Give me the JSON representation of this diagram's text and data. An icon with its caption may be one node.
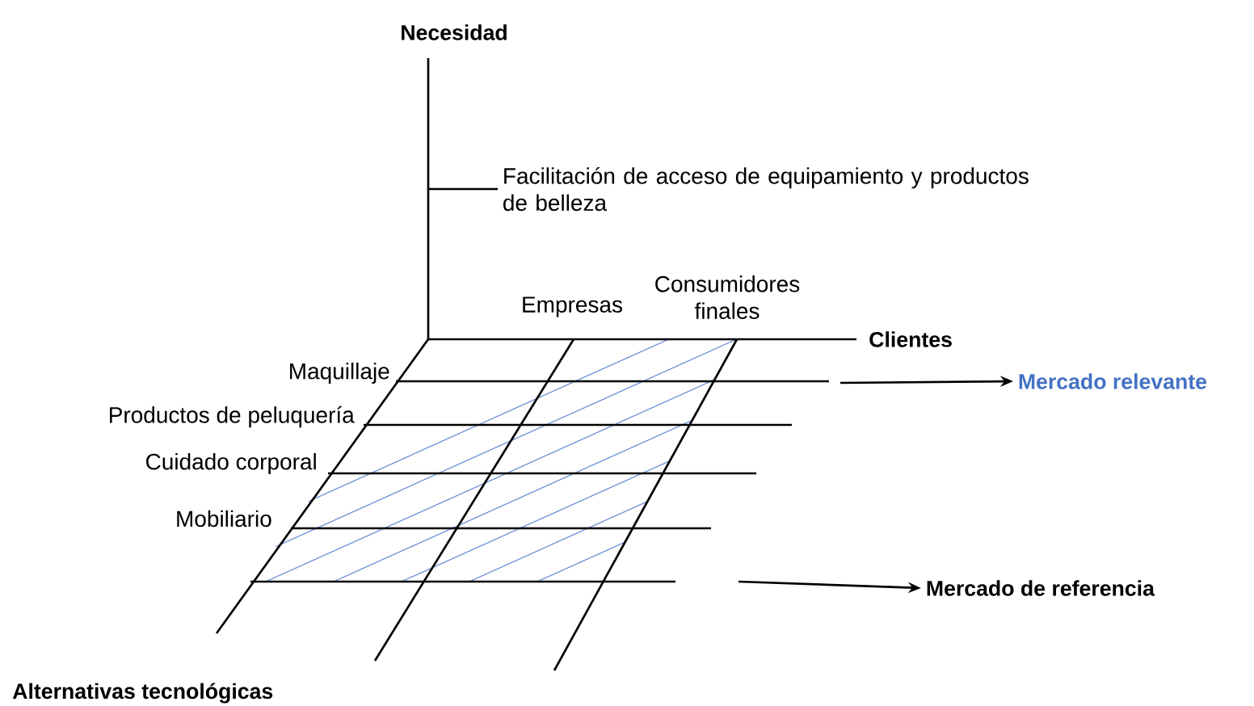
{
  "diagram": {
    "nodes": [
      {
        "text": [
          "Mercado relevante"
        ]
      },
      {
        "text": [
          "Mercado de referencia"
        ]
      },
      {
        "text": [
          "Facilitación de acceso de equipamiento y productos de belleza"
        ]
      }
    ],
    "edges": [
      {
        "from": null,
        "to": 0,
        "arrow": "to"
      },
      {
        "from": null,
        "to": 1,
        "arrow": "to"
      },
      {
        "from": 2,
        "to": null,
        "arrow": "none"
      }
    ],
    "labels": [
      "Necesidad",
      "Empresas",
      "Consumidores finales",
      "Clientes",
      "Maquillaje",
      "Productos de peluquería",
      "Cuidado corporal",
      "Mobiliario",
      "Alternativas tecnológicas"
    ]
  }
}
